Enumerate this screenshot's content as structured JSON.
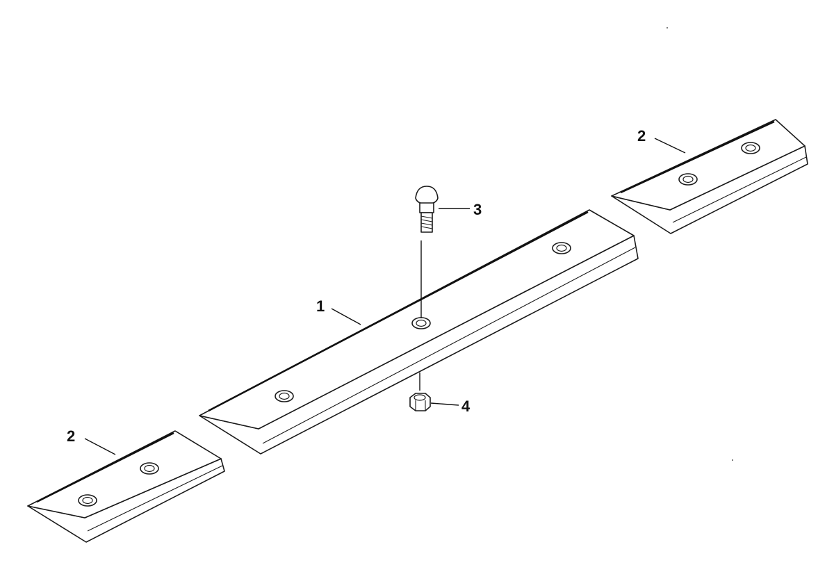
{
  "callouts": {
    "center_bar": "1",
    "end_bar_right": "2",
    "end_bar_left": "2",
    "bolt": "3",
    "nut": "4"
  },
  "colors": {
    "line": "#1a1a1a",
    "background": "#ffffff"
  }
}
